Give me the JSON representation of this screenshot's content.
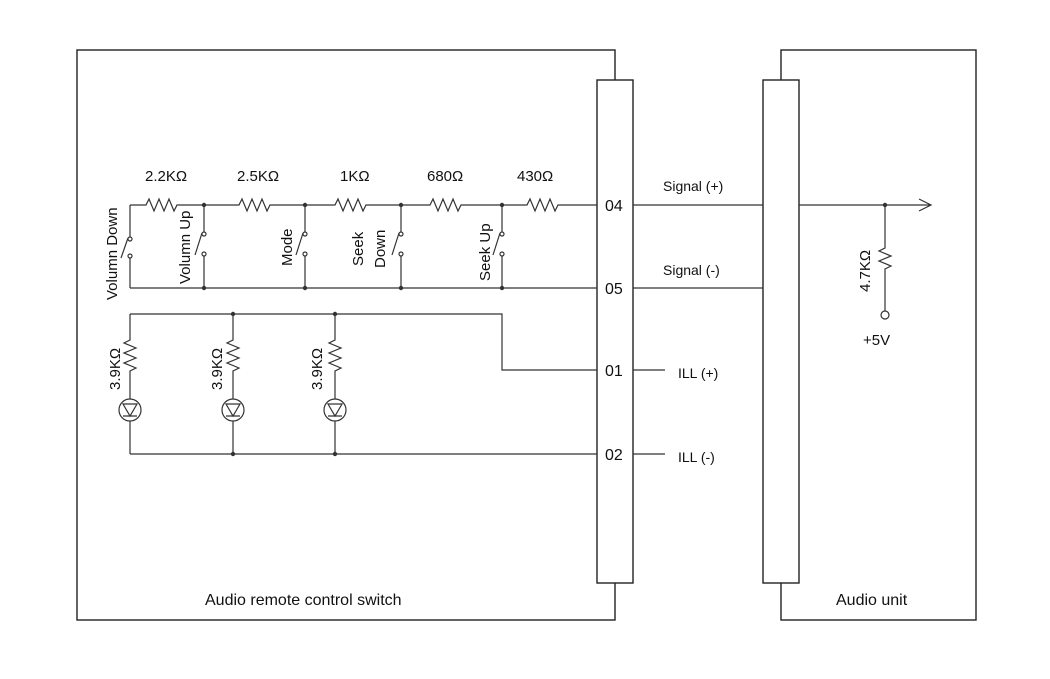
{
  "blocks": {
    "left_label": "Audio remote control switch",
    "right_label": "Audio unit"
  },
  "resistors": {
    "r1": "2.2KΩ",
    "r2": "2.5KΩ",
    "r3": "1KΩ",
    "r4": "680Ω",
    "r5": "430Ω",
    "led_r": "3.9KΩ",
    "pullup": "4.7KΩ"
  },
  "switches": {
    "volume_down": "Volumn Down",
    "volume_up": "Volumn Up",
    "mode": "Mode",
    "seek_down_1": "Seek",
    "seek_down_2": "Down",
    "seek_up": "Seek Up"
  },
  "pins": {
    "p04": "04",
    "p05": "05",
    "p01": "01",
    "p02": "02"
  },
  "signals": {
    "sig_plus": "Signal (+)",
    "sig_minus": "Signal (-)",
    "ill_plus": "ILL (+)",
    "ill_minus": "ILL (-)"
  },
  "supply": "+5V"
}
